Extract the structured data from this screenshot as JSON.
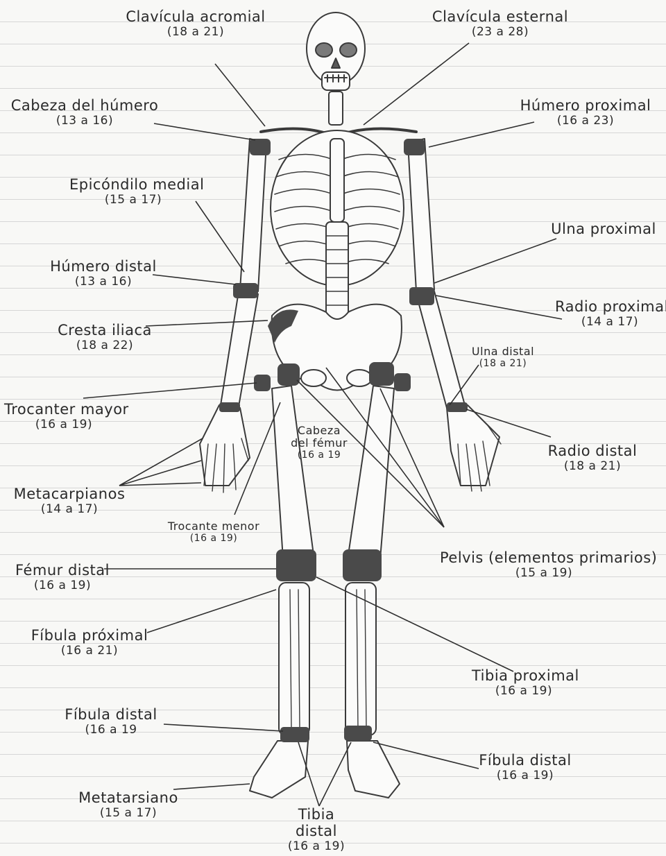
{
  "labels": [
    {
      "id": "clavicula-acromial",
      "name": "Clavícula acromial",
      "range": "(18 a 21)"
    },
    {
      "id": "clavicula-esternal",
      "name": "Clavícula esternal",
      "range": "(23 a 28)"
    },
    {
      "id": "cabeza-humero",
      "name": "Cabeza del húmero",
      "range": "(13 a 16)"
    },
    {
      "id": "humero-proximal",
      "name": "Húmero proximal",
      "range": "(16 a 23)"
    },
    {
      "id": "epicondilo-medial",
      "name": "Epicóndilo medial",
      "range": "(15 a 17)"
    },
    {
      "id": "ulna-proximal",
      "name": "Ulna proximal",
      "range": ""
    },
    {
      "id": "humero-distal",
      "name": "Húmero distal",
      "range": "(13 a 16)"
    },
    {
      "id": "radio-proximal",
      "name": "Radio proximal",
      "range": "(14 a 17)"
    },
    {
      "id": "cresta-iliaca",
      "name": "Cresta iliaca",
      "range": "(18 a 22)"
    },
    {
      "id": "ulna-distal",
      "name": "Ulna distal",
      "range": "(18 a 21)"
    },
    {
      "id": "trocanter-mayor",
      "name": "Trocanter mayor",
      "range": "(16 a 19)"
    },
    {
      "id": "cabeza-femur",
      "name": "Cabeza del fémur",
      "range": "(16 a 19"
    },
    {
      "id": "radio-distal",
      "name": "Radio distal",
      "range": "(18 a 21)"
    },
    {
      "id": "metacarpianos",
      "name": "Metacarpianos",
      "range": "(14 a 17)"
    },
    {
      "id": "trocanter-menor",
      "name": "Trocante menor",
      "range": "(16 a 19)"
    },
    {
      "id": "pelvis",
      "name": "Pelvis (elementos primarios)",
      "range": "(15 a 19)"
    },
    {
      "id": "femur-distal",
      "name": "Fémur distal",
      "range": "(16 a 19)"
    },
    {
      "id": "fibula-proximal",
      "name": "Fíbula próximal",
      "range": "(16 a 21)"
    },
    {
      "id": "tibia-proximal",
      "name": "Tibia proximal",
      "range": "(16 a 19)"
    },
    {
      "id": "fibula-distal-left",
      "name": "Fíbula distal",
      "range": "(16 a 19"
    },
    {
      "id": "fibula-distal-right",
      "name": "Fíbula distal",
      "range": "(16 a 19)"
    },
    {
      "id": "metatarsiano",
      "name": "Metatarsiano",
      "range": "(15 a 17)"
    },
    {
      "id": "tibia-distal",
      "name": "Tibia distal",
      "range": "(16 a 19)"
    }
  ]
}
